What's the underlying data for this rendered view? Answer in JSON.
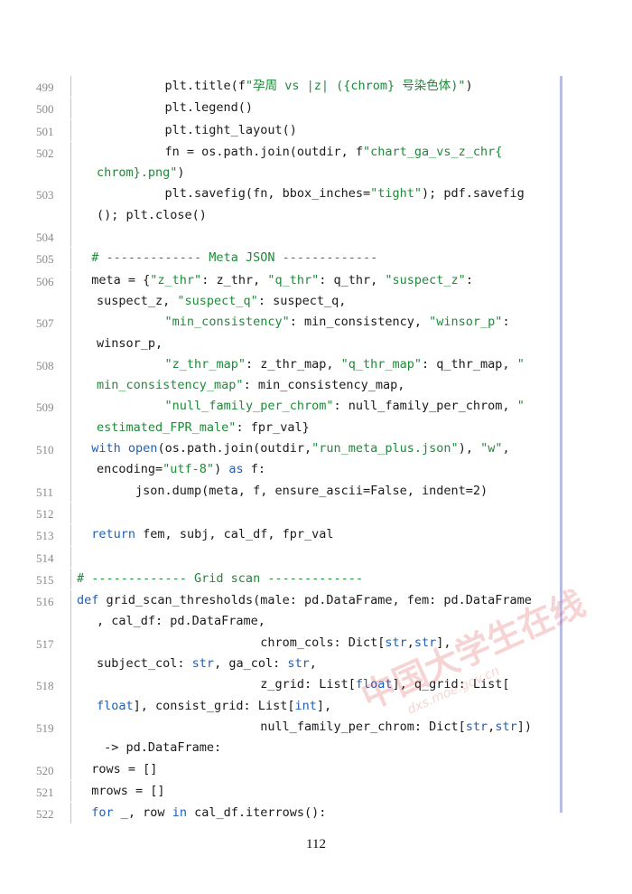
{
  "lines": [
    {
      "n": "499",
      "html": "            plt.title(f<span class=\"s\">\"孕周 vs |z| ({chrom} 号染色体)\"</span>)"
    },
    {
      "n": "500",
      "html": "            plt.legend()"
    },
    {
      "n": "501",
      "html": "            plt.tight_layout()"
    },
    {
      "n": "502",
      "html": "            fn = os.path.join(outdir, f<span class=\"s\">\"chart_ga_vs_z_chr{</span><span class=\"w\"><span class=\"s\">chrom}.png\"</span>)</span>"
    },
    {
      "n": "503",
      "html": "            plt.savefig(fn, bbox_inches=<span class=\"s\">\"tight\"</span>); pdf.savefig<span class=\"w\">(); plt.close()</span>"
    },
    {
      "n": "504",
      "html": ""
    },
    {
      "n": "505",
      "html": "  <span class=\"c\"># ------------- Meta JSON -------------</span>"
    },
    {
      "n": "506",
      "html": "  meta = {<span class=\"s\">\"z_thr\"</span>: z_thr, <span class=\"s\">\"q_thr\"</span>: q_thr, <span class=\"s\">\"suspect_z\"</span>:<span class=\"w\">suspect_z, <span class=\"s\">\"suspect_q\"</span>: suspect_q,</span>"
    },
    {
      "n": "507",
      "html": "            <span class=\"s\">\"min_consistency\"</span>: min_consistency, <span class=\"s\">\"winsor_p\"</span>:<span class=\"w\">winsor_p,</span>"
    },
    {
      "n": "508",
      "html": "            <span class=\"s\">\"z_thr_map\"</span>: z_thr_map, <span class=\"s\">\"q_thr_map\"</span>: q_thr_map, <span class=\"s\">\"</span><span class=\"w\"><span class=\"s\">min_consistency_map\"</span>: min_consistency_map,</span>"
    },
    {
      "n": "509",
      "html": "            <span class=\"s\">\"null_family_per_chrom\"</span>: null_family_per_chrom, <span class=\"s\">\"</span><span class=\"w\"><span class=\"s\">estimated_FPR_male\"</span>: fpr_val}</span>"
    },
    {
      "n": "510",
      "html": "  <span class=\"k\">with</span> <span class=\"k\">open</span>(os.path.join(outdir,<span class=\"s\">\"run_meta_plus.json\"</span>), <span class=\"s\">\"w\"</span>,<span class=\"w\">encoding=<span class=\"s\">\"utf-8\"</span>) <span class=\"k\">as</span> f:</span>"
    },
    {
      "n": "511",
      "html": "        json.dump(meta, f, ensure_ascii=False, indent=2)"
    },
    {
      "n": "512",
      "html": ""
    },
    {
      "n": "513",
      "html": "  <span class=\"k\">return</span> fem, subj, cal_df, fpr_val"
    },
    {
      "n": "514",
      "html": ""
    },
    {
      "n": "515",
      "html": "<span class=\"c\"># ------------- Grid scan -------------</span>"
    },
    {
      "n": "516",
      "html": "<span class=\"k\">def</span> grid_scan_thresholds(male: pd.DataFrame, fem: pd.DataFrame<span class=\"w\">, cal_df: pd.DataFrame,</span>"
    },
    {
      "n": "517",
      "html": "                         chrom_cols: Dict[<span class=\"k\">str</span>,<span class=\"k\">str</span>],<span class=\"w\">subject_col: <span class=\"k\">str</span>, ga_col: <span class=\"k\">str</span>,</span>"
    },
    {
      "n": "518",
      "html": "                         z_grid: List[<span class=\"k\">float</span>], q_grid: List[<span class=\"w\"><span class=\"k\">float</span>], consist_grid: List[<span class=\"k\">int</span>],</span>"
    },
    {
      "n": "519",
      "html": "                         null_family_per_chrom: Dict[<span class=\"k\">str</span>,<span class=\"k\">str</span>])<span class=\"w\"> -&gt; pd.DataFrame:</span>"
    },
    {
      "n": "520",
      "html": "  rows = []"
    },
    {
      "n": "521",
      "html": "  mrows = []"
    },
    {
      "n": "522",
      "html": "  <span class=\"k\">for</span> _, row <span class=\"k\">in</span> cal_df.iterrows():"
    }
  ],
  "watermark": {
    "main": "中国大学生在线",
    "url": "dxs.moe.gov.cn"
  },
  "page_number": "112"
}
